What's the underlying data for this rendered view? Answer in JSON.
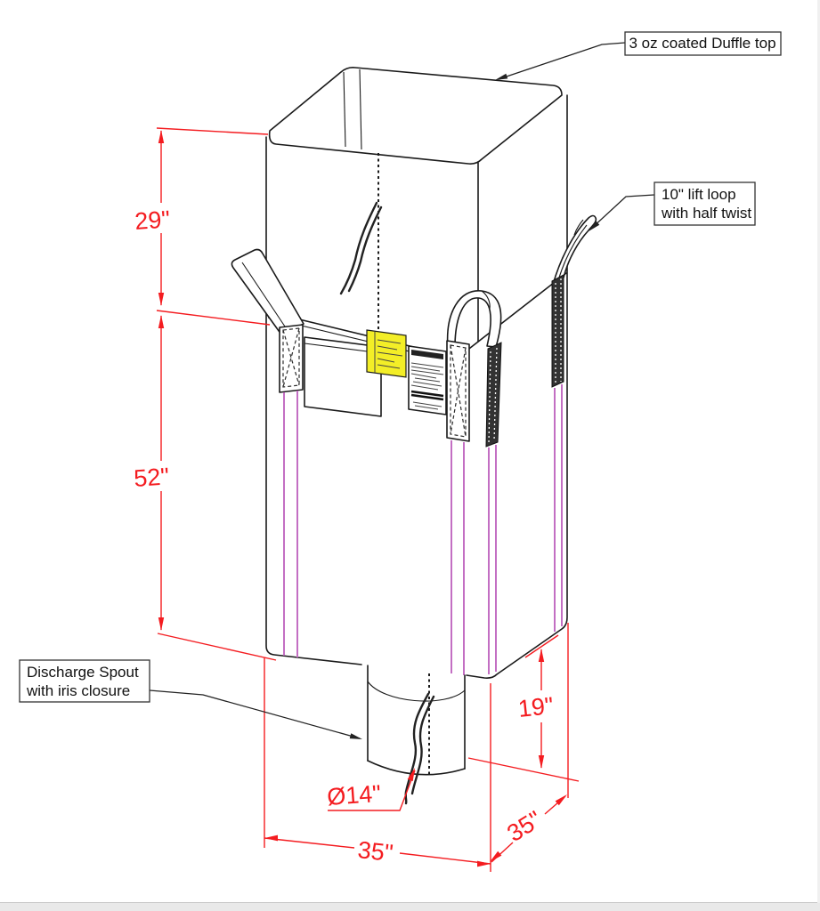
{
  "drawing": {
    "type": "technical-drawing",
    "subject": "FIBC bulk bag with duffle top, lift loops and discharge spout"
  },
  "callouts": {
    "duffle_top": "3 oz coated Duffle top",
    "lift_loop": {
      "line1": "10\" lift loop",
      "line2": "with half twist"
    },
    "discharge_spout": {
      "line1": "Discharge Spout",
      "line2": "with iris closure"
    }
  },
  "dimensions": {
    "duffle_height": "29\"",
    "body_height": "52\"",
    "spout_section_height": "19\"",
    "spout_diameter": "Ø14\"",
    "base_width": "35\"",
    "base_depth": "35\""
  },
  "colors": {
    "dimension_red": "#f41c20",
    "webbing_magenta": "#c36fc3",
    "warning_label_yellow": "#f3ee27",
    "line_black": "#1a1a1a"
  }
}
